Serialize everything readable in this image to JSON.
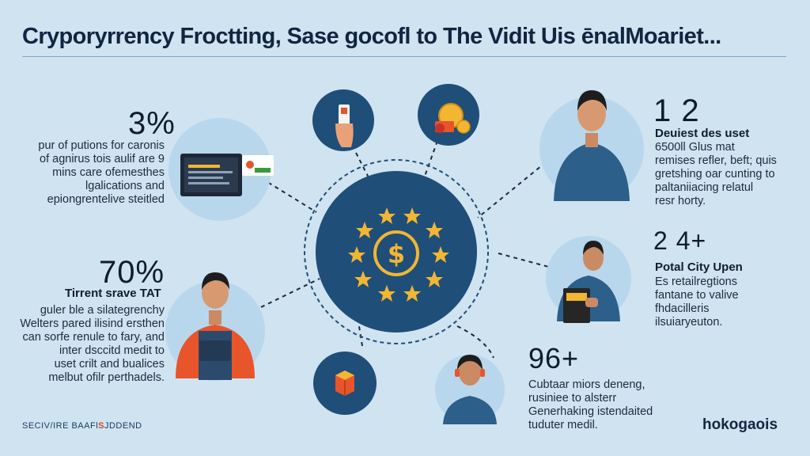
{
  "title": "Cryporyrrency Froctting, Sase gocofl to The Vidit Uis ēnalMoariet...",
  "colors": {
    "background": "#cfe3f1",
    "circle": "#b9d7ec",
    "hub": "#1f4e79",
    "star": "#f2b632",
    "accent": "#e8552b",
    "dark_text": "#111c2b"
  },
  "left_top": {
    "stat": "3%",
    "lines": [
      "pur of putions for caronis",
      "of agnirus tois aulif are 9",
      "mins care ofemesthes",
      "lgalications and",
      "epiongrentelive steitled"
    ]
  },
  "left_bottom": {
    "stat": "70%",
    "subtitle": "Tirrent srave TAT",
    "lines": [
      "guler ble a silategrenchy",
      "Welters pared ilisind ersthen",
      "can sorfe renule to fary, and",
      "inter dsccitd medit to",
      "uset crilt and bualices",
      "melbut ofilr perthadels."
    ]
  },
  "right_top": {
    "stat": "1 2",
    "subtitle": "Deuiest des uset",
    "lines": [
      "6500ll Glus mat",
      "remises refler, beft; quis",
      "gretshing oar cunting to",
      "paltaniiacing relatul",
      "resr horty."
    ]
  },
  "right_middle": {
    "stat": "2 4+",
    "subtitle": "Potal City Upen",
    "lines": [
      "Es retailregtions",
      "fantane to valive",
      "fhdacilleris",
      "ilsuiaryeuton."
    ]
  },
  "right_bottom": {
    "stat": "96+",
    "lines": [
      "Cubtaar miors deneng,",
      "rusiniee to alsterr",
      "Generhaking istendaited",
      "tuduter medil."
    ]
  },
  "icons": {
    "hub": "dollar-coin-icon",
    "top_left": "hand-holding-phone-icon",
    "top_right": "coins-stack-icon",
    "left_top": "laptop-chart-icon",
    "bottom": "cube-icon"
  },
  "footer": {
    "left_a": "SECIV/IRE BAAFl",
    "left_b": "S",
    "left_c": "JDDEND",
    "right": "hokogaois"
  }
}
